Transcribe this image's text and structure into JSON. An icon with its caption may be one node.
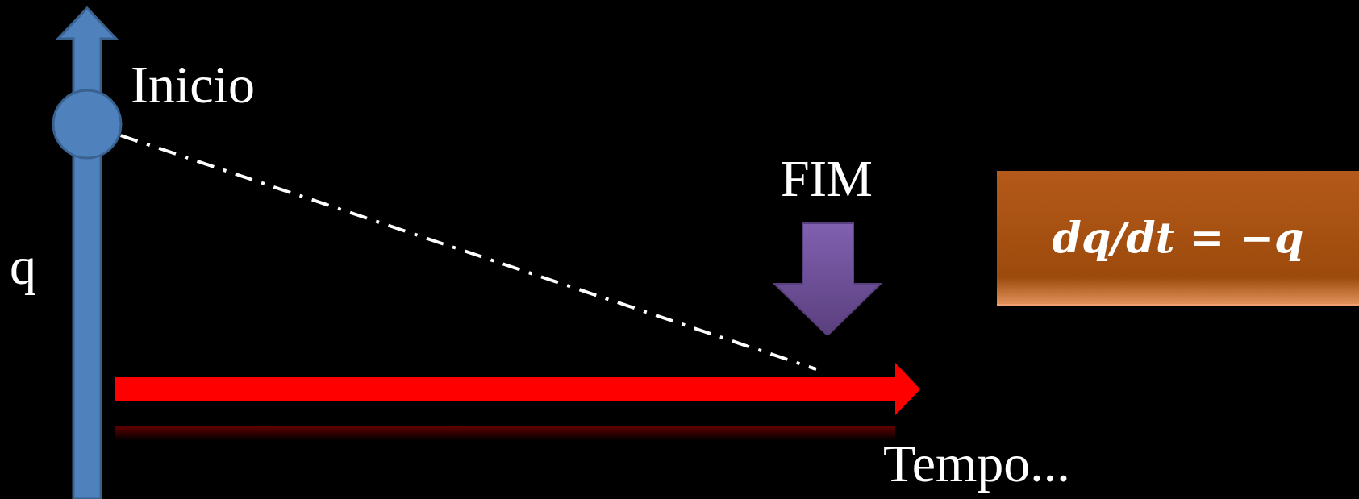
{
  "diagram": {
    "nodes": [
      {
        "text": [],
        "shape": "circle",
        "beside": [
          "Inicio"
        ]
      },
      {
        "text": [
          "FIM"
        ]
      },
      {
        "text": [
          "dq/dt = −q"
        ]
      }
    ],
    "edges": [
      {
        "from": 0,
        "to": 1,
        "arrow": "none",
        "style": "dashed"
      }
    ],
    "labels": [
      "q",
      "Tempo..."
    ]
  }
}
